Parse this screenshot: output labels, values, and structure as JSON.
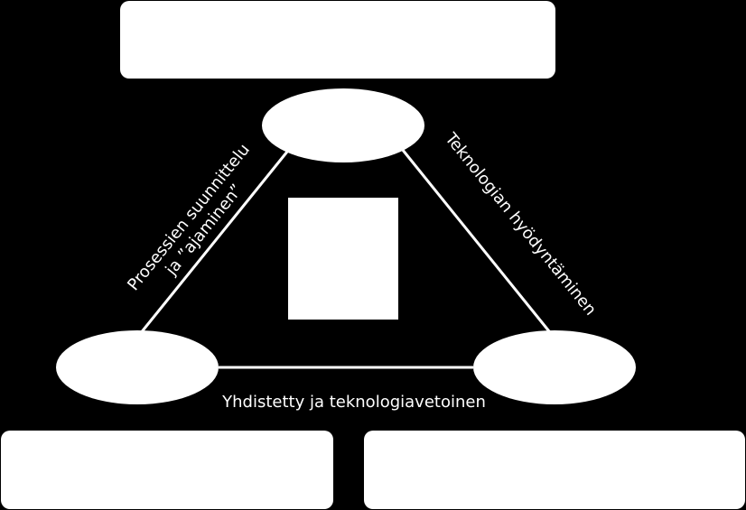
{
  "colors": {
    "background": "#000000",
    "shape_fill": "#ffffff",
    "line": "#ffffff",
    "text": "#ffffff"
  },
  "labels": {
    "left_edge_line1": "Prosessien suunnittelu",
    "left_edge_line2": "ja ”ajaminen”",
    "right_edge": "Teknologian hyödyntäminen",
    "bottom_edge": "Yhdistetty ja teknologiavetoinen"
  }
}
